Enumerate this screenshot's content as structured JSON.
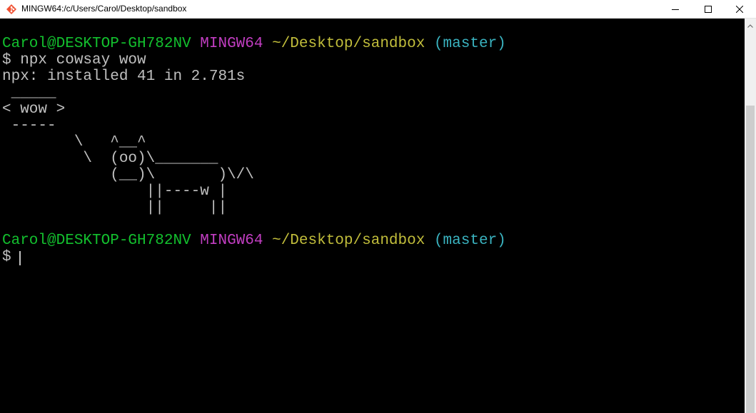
{
  "window": {
    "title": "MINGW64:/c/Users/Carol/Desktop/sandbox",
    "icon": "git-bash-icon",
    "buttons": [
      "minimize",
      "maximize",
      "close"
    ]
  },
  "terminal": {
    "prompt1": {
      "user": "Carol@DESKTOP-GH782NV",
      "system": "MINGW64",
      "path": "~/Desktop/sandbox",
      "branch": "(master)"
    },
    "command": "$ npx cowsay wow",
    "output": [
      "npx: installed 41 in 2.781s",
      " _____",
      "< wow >",
      " -----",
      "        \\   ^__^",
      "         \\  (oo)\\_______",
      "            (__)\\       )\\/\\",
      "                ||----w |",
      "                ||     ||"
    ],
    "prompt2": {
      "user": "Carol@DESKTOP-GH782NV",
      "system": "MINGW64",
      "path": "~/Desktop/sandbox",
      "branch": "(master)"
    },
    "input_prompt": "$ "
  },
  "colors": {
    "background": "#000000",
    "user": "#13c02e",
    "system": "#c23ec2",
    "path": "#c1bd3b",
    "branch": "#3ab3c0",
    "text": "#c0c0c0"
  }
}
